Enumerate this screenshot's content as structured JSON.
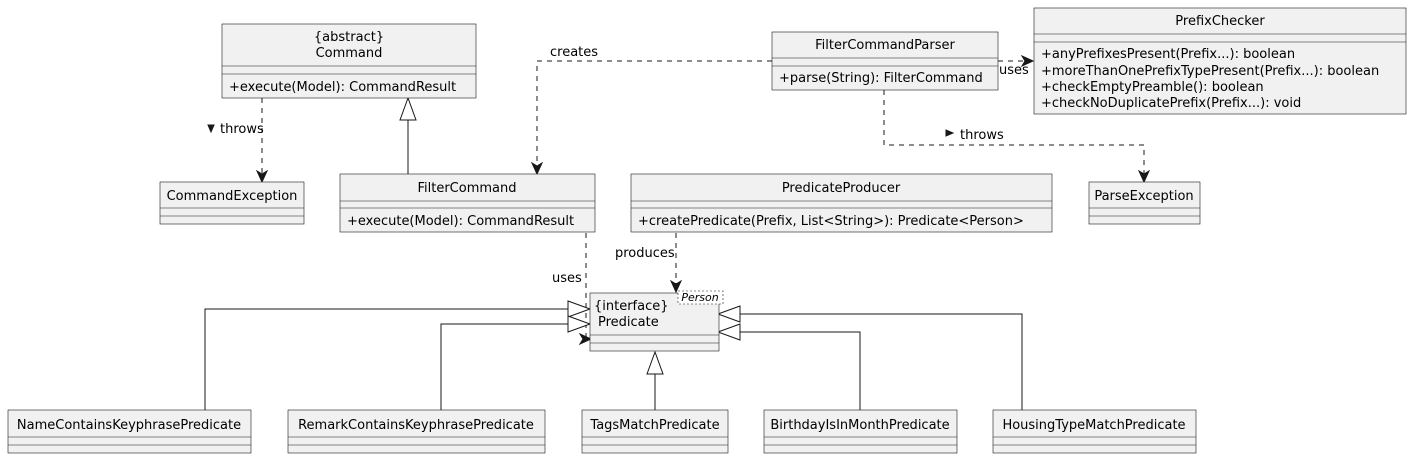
{
  "classes": {
    "command": {
      "stereotype": "{abstract}",
      "name": "Command",
      "methods": [
        "+execute(Model): CommandResult"
      ]
    },
    "command_exception": {
      "name": "CommandException"
    },
    "filter_command": {
      "name": "FilterCommand",
      "methods": [
        "+execute(Model): CommandResult"
      ]
    },
    "filter_command_parser": {
      "name": "FilterCommandParser",
      "methods": [
        "+parse(String): FilterCommand"
      ]
    },
    "prefix_checker": {
      "name": "PrefixChecker",
      "methods": [
        "+anyPrefixesPresent(Prefix...): boolean",
        "+moreThanOnePrefixTypePresent(Prefix...): boolean",
        "+checkEmptyPreamble(): boolean",
        "+checkNoDuplicatePrefix(Prefix...): void"
      ]
    },
    "parse_exception": {
      "name": "ParseException"
    },
    "predicate_producer": {
      "name": "PredicateProducer",
      "methods": [
        "+createPredicate(Prefix, List<String>): Predicate<Person>"
      ]
    },
    "predicate": {
      "stereotype": "{interface}",
      "name": "Predicate",
      "generic": "Person"
    },
    "name_predicate": {
      "name": "NameContainsKeyphrasePredicate"
    },
    "remark_predicate": {
      "name": "RemarkContainsKeyphrasePredicate"
    },
    "tags_predicate": {
      "name": "TagsMatchPredicate"
    },
    "birthday_predicate": {
      "name": "BirthdayIsInMonthPredicate"
    },
    "housing_predicate": {
      "name": "HousingTypeMatchPredicate"
    }
  },
  "relations": {
    "creates": "creates",
    "uses_parser": "uses",
    "throws_parse": "throws",
    "throws_command": "throws",
    "uses_filter": "uses",
    "produces": "produces"
  }
}
